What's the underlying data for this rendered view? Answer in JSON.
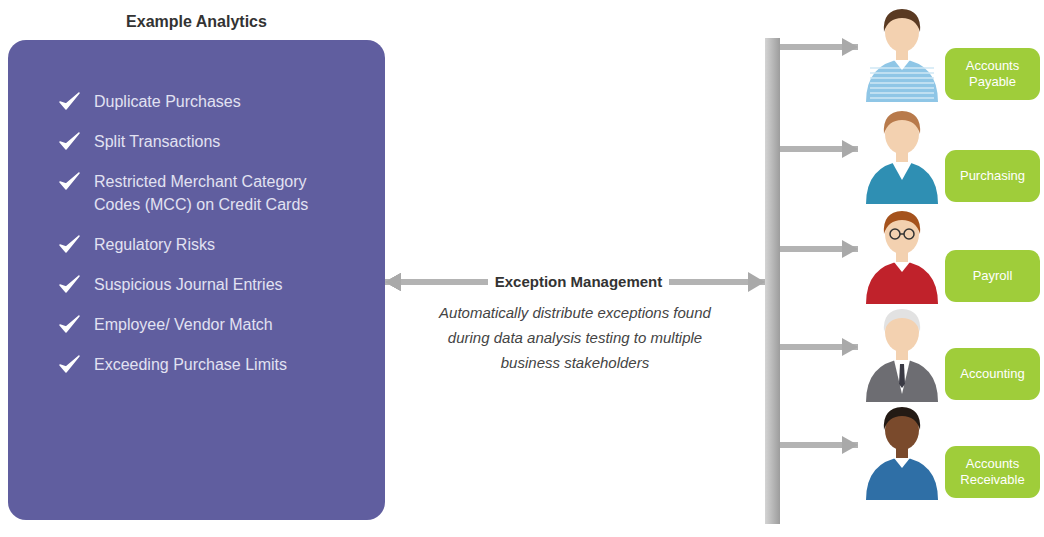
{
  "diagram": {
    "nodes": [
      {
        "text": [
          "Example Analytics",
          "Duplicate Purchases",
          "Split Transactions",
          "Restricted Merchant Category Codes (MCC) on Credit Cards",
          "Regulatory Risks",
          "Suspicious Journal Entries",
          "Employee/ Vendor Match",
          "Exceeding Purchase Limits"
        ]
      },
      {
        "text": [
          "Accounts Payable"
        ]
      },
      {
        "text": [
          "Purchasing"
        ]
      },
      {
        "text": [
          "Payroll"
        ]
      },
      {
        "text": [
          "Accounting"
        ]
      },
      {
        "text": [
          "Accounts Receivable"
        ]
      }
    ],
    "edges": [
      {
        "from": 0,
        "to": 1,
        "arrow": "both",
        "label": "Exception Management"
      },
      {
        "from": 0,
        "to": 2,
        "arrow": "both"
      },
      {
        "from": 0,
        "to": 3,
        "arrow": "both"
      },
      {
        "from": 0,
        "to": 4,
        "arrow": "both"
      },
      {
        "from": 0,
        "to": 5,
        "arrow": "both"
      }
    ],
    "labels": [
      "Automatically distribute exceptions found during data analysis testing to multiple business stakeholders"
    ]
  }
}
